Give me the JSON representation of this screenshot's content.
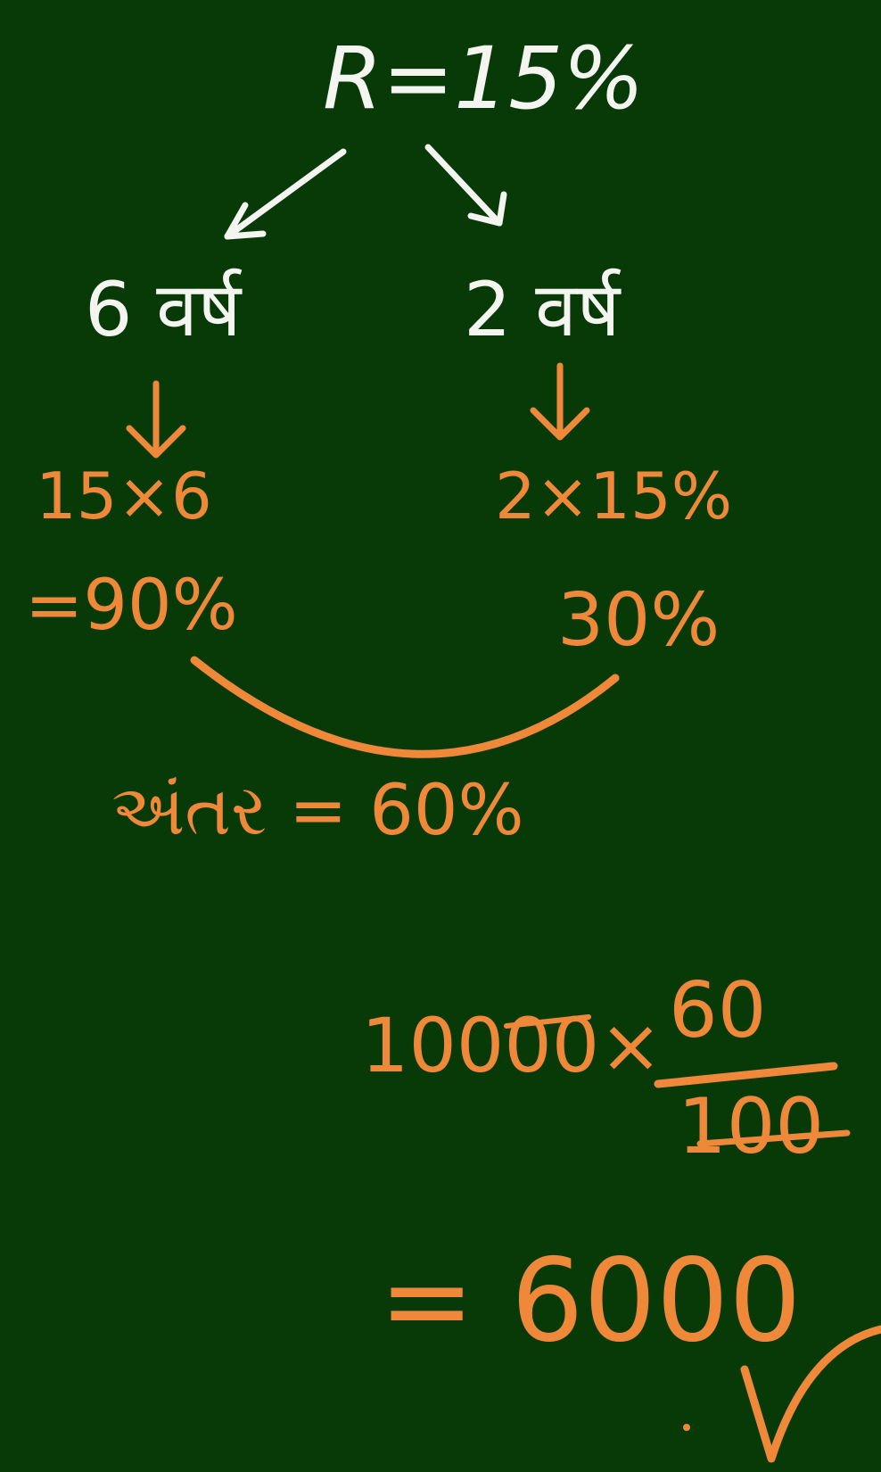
{
  "rate": "R=15%",
  "left": {
    "term": "6 वर्ष",
    "multiplication": "15×6",
    "result": "=90%"
  },
  "right": {
    "term": "2 वर्ष",
    "multiplication": "2×15%",
    "result": "30%"
  },
  "difference": "અંતર = 60%",
  "calc": {
    "multiplier": "10000×",
    "numerator": "60",
    "denominator": "100"
  },
  "answer": "= 6000",
  "colors": {
    "board": "#083a08",
    "chalk_white": "#f4f4f0",
    "chalk_orange": "#f0883a"
  }
}
